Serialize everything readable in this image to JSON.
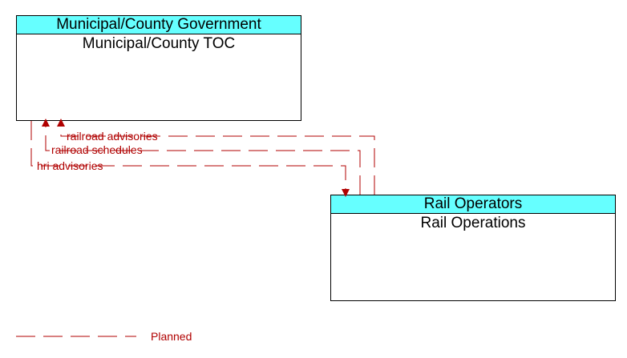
{
  "nodes": {
    "municipal": {
      "header": "Municipal/County Government",
      "body": "Municipal/County TOC"
    },
    "rail": {
      "header": "Rail Operators",
      "body": "Rail Operations"
    }
  },
  "flows": [
    {
      "label": "railroad advisories",
      "from": "Rail Operations",
      "to": "Municipal/County TOC",
      "status": "Planned"
    },
    {
      "label": "railroad schedules",
      "from": "Rail Operations",
      "to": "Municipal/County TOC",
      "status": "Planned"
    },
    {
      "label": "hri advisories",
      "from": "Municipal/County TOC",
      "to": "Rail Operations",
      "status": "Planned"
    }
  ],
  "legend": {
    "planned_label": "Planned"
  },
  "colors": {
    "header_fill": "#66ffff",
    "flow_line": "#b00000"
  }
}
